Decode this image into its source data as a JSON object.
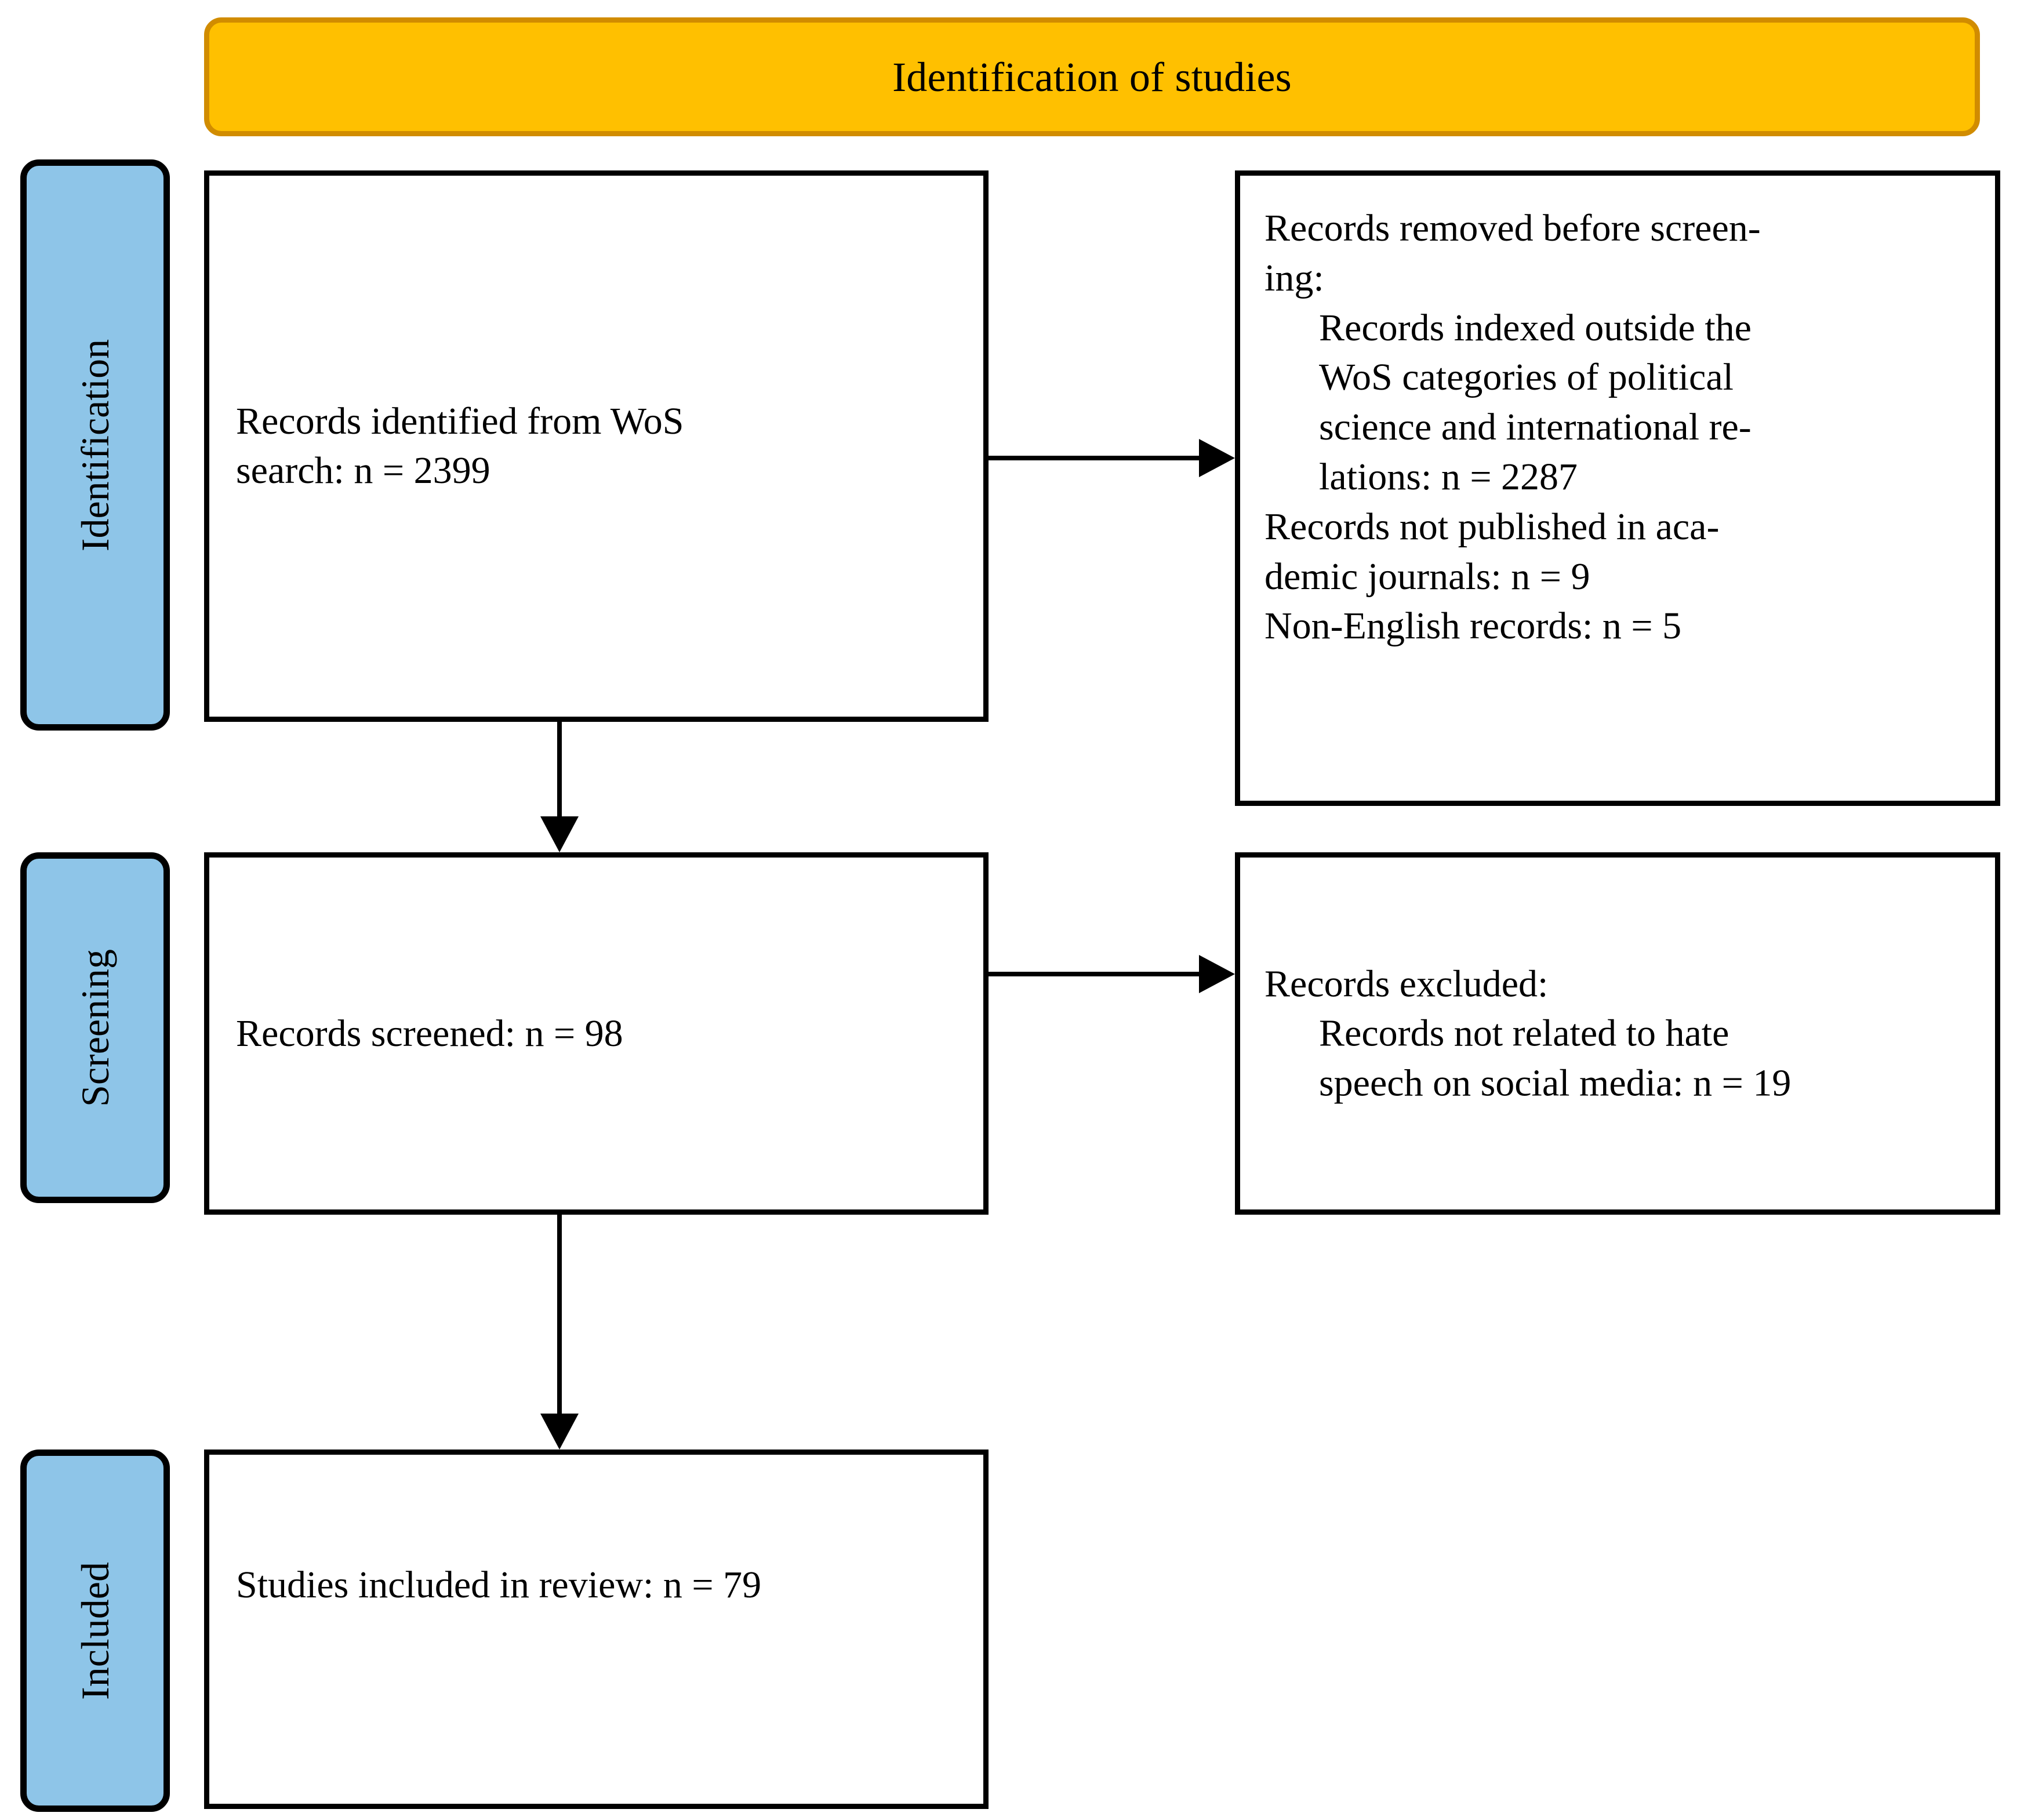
{
  "diagram": {
    "title": "Identification of studies",
    "type": "prisma-flow-diagram",
    "colors": {
      "banner_fill": "#FFC000",
      "banner_border": "#D18C00",
      "stage_pill_fill": "#8EC5E8",
      "stage_pill_border": "#000000",
      "box_border": "#000000",
      "box_fill": "#FFFFFF",
      "text": "#000000"
    }
  },
  "stages": [
    {
      "label": "Identification"
    },
    {
      "label": "Screening"
    },
    {
      "label": "Included"
    }
  ],
  "boxes": {
    "identified": {
      "line1": "Records identified from WoS",
      "line2": "search: n = 2399",
      "n": 2399
    },
    "removed": {
      "heading_line1": "Records removed before screen-",
      "heading_line2": "ing:",
      "heading_full": "Records removed before screening:",
      "items": [
        {
          "lines": [
            "Records indexed outside the",
            "WoS categories of political",
            "science and international re-",
            "lations: n = 2287"
          ],
          "text": "Records indexed outside the WoS categories of political science and international relations: n = 2287",
          "n": 2287
        },
        {
          "lines": [
            "Records not published in aca-",
            "demic journals: n = 9"
          ],
          "text": "Records not published in academic journals: n = 9",
          "n": 9
        },
        {
          "lines": [
            "Non-English records: n = 5"
          ],
          "text": "Non-English records: n = 5",
          "n": 5
        }
      ]
    },
    "screened": {
      "line1": "Records screened: n = 98",
      "n": 98
    },
    "excluded": {
      "heading": "Records excluded:",
      "items": [
        {
          "lines": [
            "Records not related to hate",
            "speech on social media: n = 19"
          ],
          "text": "Records not related to hate speech on social media: n = 19",
          "n": 19
        }
      ]
    },
    "included": {
      "line1": "Studies included in review: n = 79",
      "n": 79
    }
  },
  "arrows": [
    {
      "name": "identified-to-removed",
      "direction": "right"
    },
    {
      "name": "identified-to-screened",
      "direction": "down"
    },
    {
      "name": "screened-to-excluded",
      "direction": "right"
    },
    {
      "name": "screened-to-included",
      "direction": "down"
    }
  ],
  "chart_data": {
    "type": "table",
    "title": "Identification of studies",
    "categories": [
      "Records identified from WoS search",
      "Records indexed outside the WoS categories of political science and international relations",
      "Records not published in academic journals",
      "Non-English records",
      "Records screened",
      "Records not related to hate speech on social media",
      "Studies included in review"
    ],
    "values": [
      2399,
      2287,
      9,
      5,
      98,
      19,
      79
    ],
    "xlabel": "",
    "ylabel": "n"
  }
}
